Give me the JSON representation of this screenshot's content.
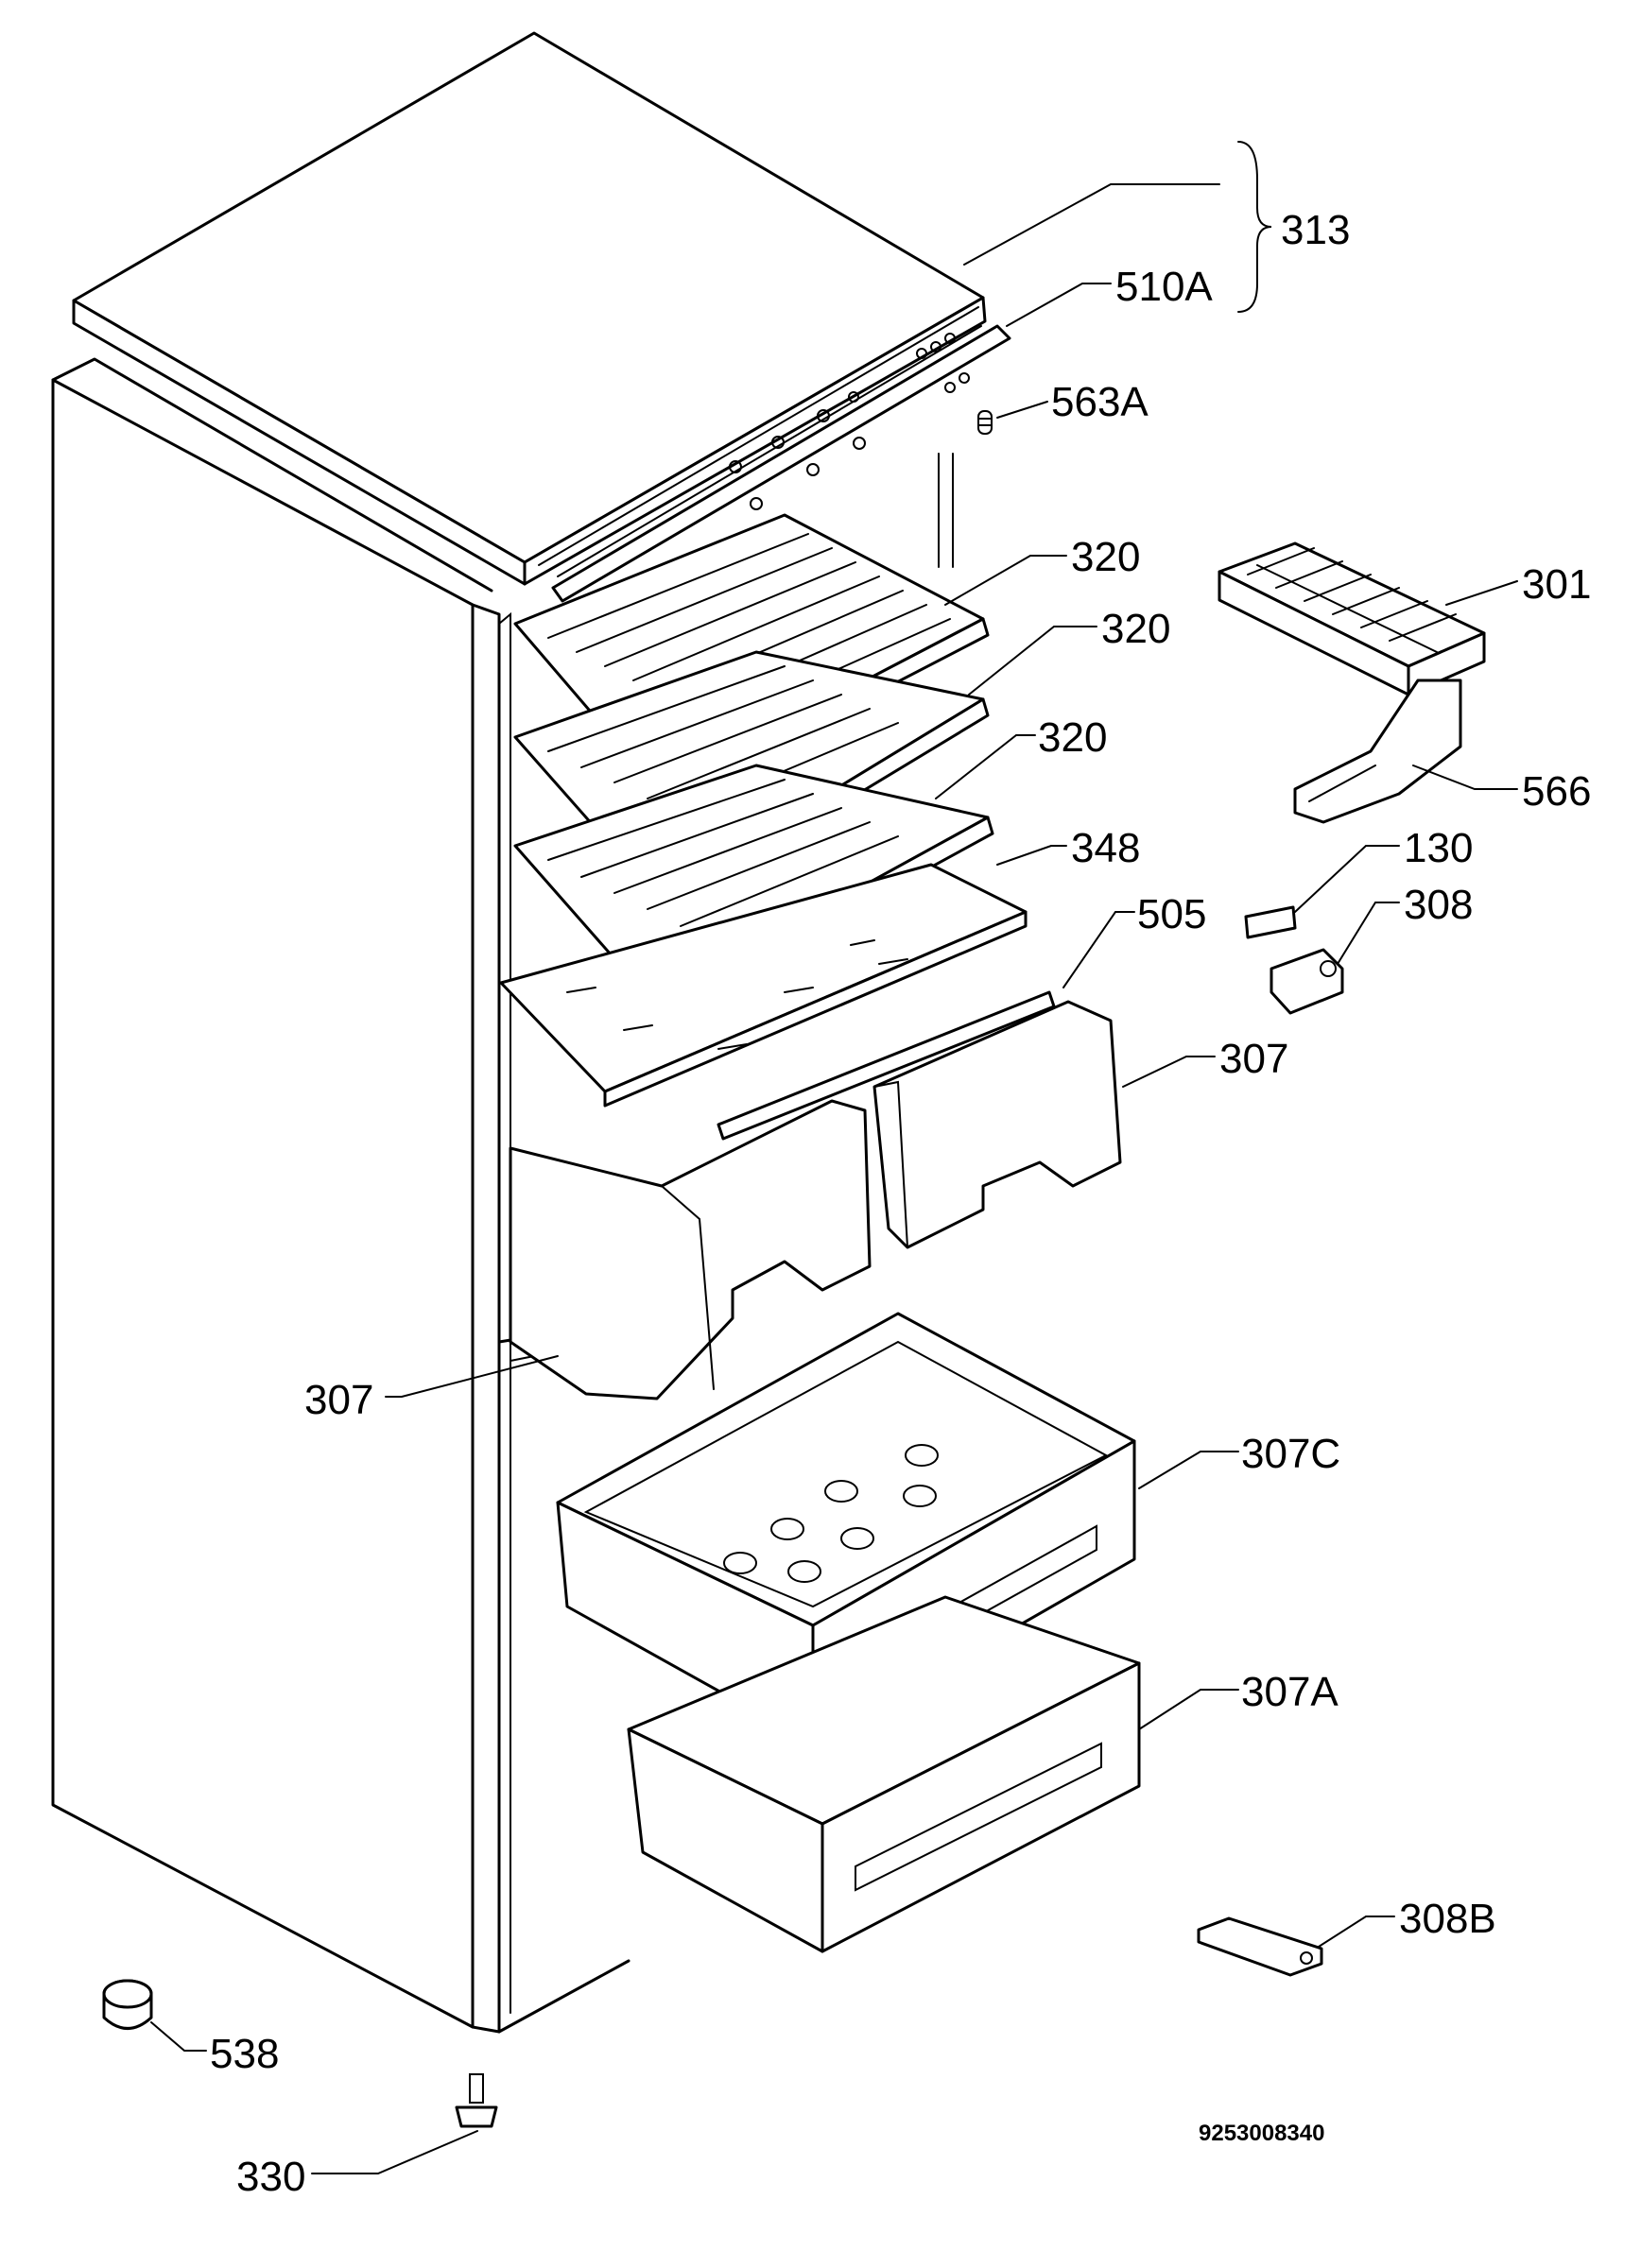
{
  "diagram": {
    "document_code": "9253008340",
    "callouts": {
      "c313": "313",
      "c510a": "510A",
      "c563a": "563A",
      "c320a": "320",
      "c320b": "320",
      "c320c": "320",
      "c301": "301",
      "c566": "566",
      "c348": "348",
      "c130": "130",
      "c505": "505",
      "c308": "308",
      "c307r": "307",
      "c307l": "307",
      "c307c": "307C",
      "c307a": "307A",
      "c308b": "308B",
      "c538": "538",
      "c330": "330"
    }
  }
}
